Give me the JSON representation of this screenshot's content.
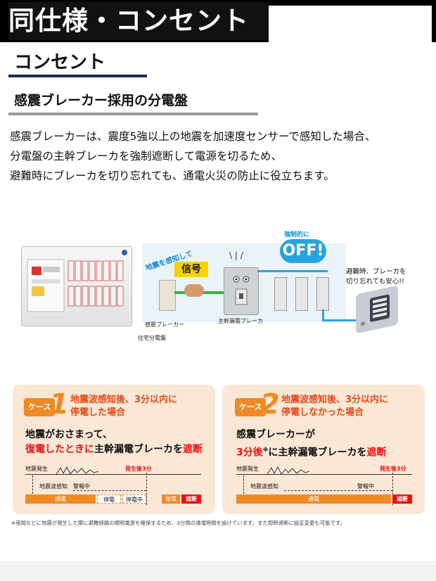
{
  "header": {
    "title": "同仕様・コンセント",
    "section_title": "コンセント",
    "sub_title": "感震ブレーカー採用の分電盤"
  },
  "description": [
    "感震ブレーカーは、震度5強以上の地震を加速度センサーで感知した場合、",
    "分電盤の主幹ブレーカを強制遮断して電源を切るため、",
    "避難時にブレーカを切り忘れても、通電火災の防止に役立ちます。"
  ],
  "illustration": {
    "panel_label": "住宅分電盤",
    "forced_label": "強制的に",
    "off_label": "OFF!",
    "sense_label": "地震を感知して",
    "signal_label": "信号",
    "eq_breaker_label": "感震ブレーカー",
    "main_breaker_label": "主幹漏電ブレーカ",
    "light_caption": [
      "避難時、ブレーカを",
      "切り忘れても安心!!"
    ]
  },
  "case1": {
    "tag": "ケース",
    "number": "1",
    "heading": [
      "地震波感知後、3分以内に",
      "停電した場合"
    ],
    "lead_line1": "地震がおさまって、",
    "lead_line2_red": "復電したときに",
    "lead_line2_black": "主幹漏電ブレーカを",
    "lead_line2_end": "遮断",
    "tl_quake": "地震発生",
    "tl_after": "発生後3分",
    "tl_detect": "地震波感知",
    "tl_alarm": "警報中",
    "bars": [
      "通電",
      "停電",
      "停電中",
      "復電",
      "遮断"
    ]
  },
  "case2": {
    "tag": "ケース",
    "number": "2",
    "heading": [
      "地震波感知後、3分以内に",
      "停電しなかった場合"
    ],
    "lead_line1": "感震ブレーカーが",
    "lead_line2_red": "3分後",
    "lead_line2_sup": "※",
    "lead_line2_black": "に主幹漏電ブレーカを",
    "lead_line2_end": "遮断",
    "tl_quake": "地震発生",
    "tl_after": "発生後3分",
    "tl_detect": "地震波感知",
    "tl_alarm": "警報中",
    "bars": [
      "通電",
      "遮断"
    ]
  },
  "footnote": "※夜間などに地震が発生した際に避難経路の照明電源を確保するため、3分間の通電時間を設けています。また即時遮断に設定変更も可能です。",
  "colors": {
    "accent_orange": "#f08a24",
    "alert_red": "#e11111",
    "navy_rule": "#1e2a5a",
    "case_bg": "#fbe7d6"
  }
}
